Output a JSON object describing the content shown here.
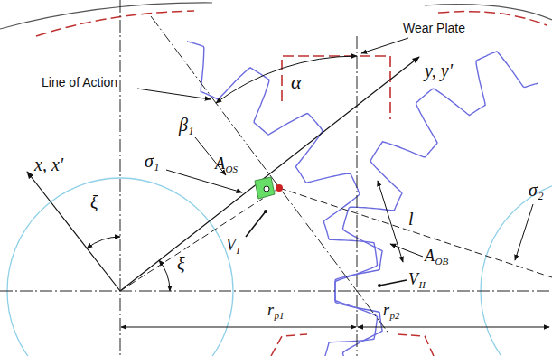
{
  "diagram": {
    "labels": [
      "Wear Plate",
      "Line of Action",
      "α",
      "x, x'",
      "ξ",
      "y, y'",
      "β",
      "1",
      "σ",
      "1",
      "A",
      "OS",
      "l",
      "V",
      "I",
      "A",
      "OB",
      "V",
      "II",
      "σ",
      "2",
      "ξ",
      "r",
      "p1",
      "r",
      "p2"
    ]
  }
}
